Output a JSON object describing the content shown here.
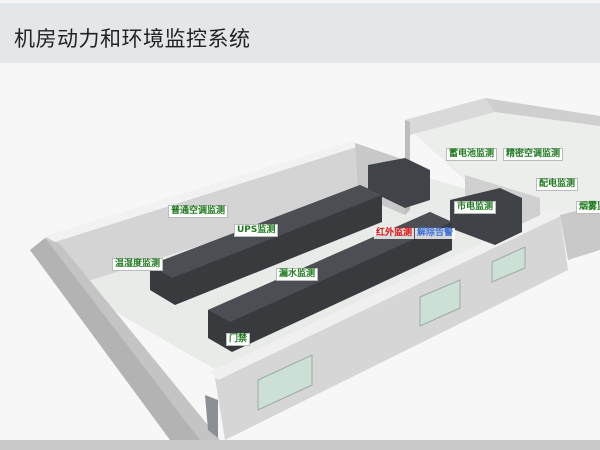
{
  "header": {
    "title": "机房动力和环境监控系统"
  },
  "labels": {
    "battery": "蓄电池监测",
    "precision_ac": "精密空调监测",
    "power_dist": "配电监测",
    "smoke": "烟雾监测",
    "mains": "市电监测",
    "infrared": "红外监测",
    "clear_alarm": "解除告警",
    "normal_ac": "普通空调监测",
    "ups": "UPS监测",
    "temp_humidity": "温湿度监测",
    "water_leak": "漏水监测",
    "access_control": "门禁"
  },
  "colors": {
    "label_text": "#1f7a1f",
    "alarm": "#e01010",
    "clear": "#3a6fd8",
    "rack": "#3a3c40"
  }
}
